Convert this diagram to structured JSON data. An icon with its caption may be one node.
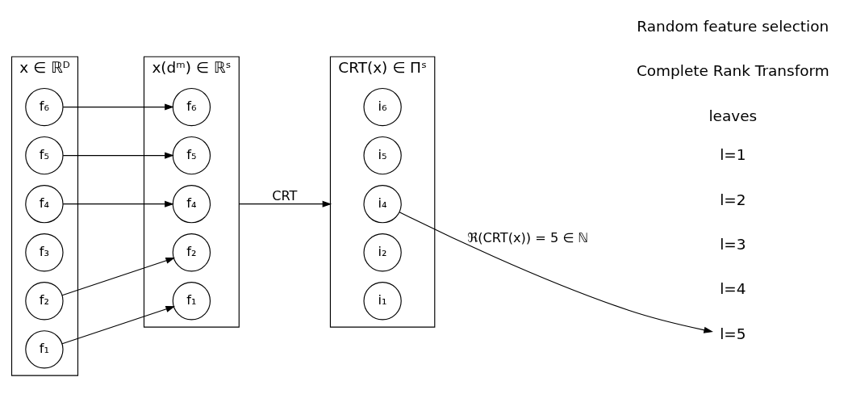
{
  "diagram": {
    "nodes": [
      {
        "text": [
          "x ∈ ℝᴰ"
        ]
      },
      {
        "text": [
          "f₁"
        ],
        "in": 0
      },
      {
        "text": [
          "f₂"
        ],
        "in": 0
      },
      {
        "text": [
          "f₃"
        ],
        "in": 0
      },
      {
        "text": [
          "f₄"
        ],
        "in": 0
      },
      {
        "text": [
          "f₅"
        ],
        "in": 0
      },
      {
        "text": [
          "f₆"
        ],
        "in": 0
      },
      {
        "text": [
          "x(dᵐ) ∈ ℝˢ"
        ]
      },
      {
        "text": [
          "f₁"
        ],
        "in": 7
      },
      {
        "text": [
          "f₂"
        ],
        "in": 7
      },
      {
        "text": [
          "f₄"
        ],
        "in": 7
      },
      {
        "text": [
          "f₅"
        ],
        "in": 7
      },
      {
        "text": [
          "f₆"
        ],
        "in": 7
      },
      {
        "text": [
          "CRT(x) ∈ Πˢ"
        ]
      },
      {
        "text": [
          "i₁"
        ],
        "in": 13
      },
      {
        "text": [
          "i₂"
        ],
        "in": 13
      },
      {
        "text": [
          "i₄"
        ],
        "in": 13
      },
      {
        "text": [
          "i₅"
        ],
        "in": 13
      },
      {
        "text": [
          "i₆"
        ],
        "in": 13
      },
      {
        "text": [
          "l=1"
        ]
      },
      {
        "text": [
          "l=2"
        ]
      },
      {
        "text": [
          "l=3"
        ]
      },
      {
        "text": [
          "l=4"
        ]
      },
      {
        "text": [
          "l=5"
        ]
      }
    ],
    "edges": [
      {
        "from": 1,
        "to": 8,
        "arrow": "to"
      },
      {
        "from": 2,
        "to": 9,
        "arrow": "to"
      },
      {
        "from": 4,
        "to": 10,
        "arrow": "to"
      },
      {
        "from": 5,
        "to": 11,
        "arrow": "to"
      },
      {
        "from": 6,
        "to": 12,
        "arrow": "to"
      },
      {
        "from": 7,
        "to": 13,
        "arrow": "to",
        "label": "CRT"
      },
      {
        "from": 16,
        "to": 23,
        "arrow": "to",
        "label": "ℜ(CRT(x)) = 5 ∈ ℕ"
      }
    ],
    "labels": [
      "Random feature selection",
      "Complete Rank Transform",
      "leaves"
    ]
  }
}
